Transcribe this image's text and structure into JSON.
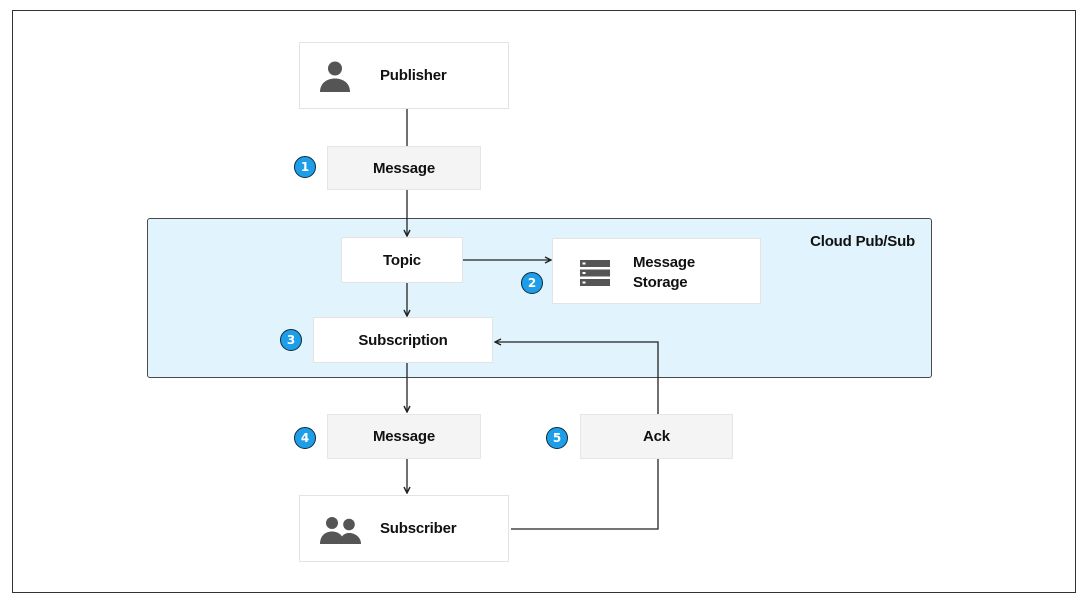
{
  "title": "Cloud Pub/Sub",
  "nodes": {
    "publisher": {
      "label": "Publisher",
      "icon": "person-icon"
    },
    "message_in": {
      "label": "Message"
    },
    "topic": {
      "label": "Topic"
    },
    "storage": {
      "label_line1": "Message",
      "label_line2": "Storage",
      "icon": "server-icon"
    },
    "subscription": {
      "label": "Subscription"
    },
    "message_out": {
      "label": "Message"
    },
    "ack": {
      "label": "Ack"
    },
    "subscriber": {
      "label": "Subscriber",
      "icon": "people-icon"
    }
  },
  "steps": [
    "1",
    "2",
    "3",
    "4",
    "5"
  ],
  "colors": {
    "region_fill": "#e1f3fc",
    "badge_fill": "#1e9ee8",
    "icon": "#555555",
    "line": "#222222"
  }
}
